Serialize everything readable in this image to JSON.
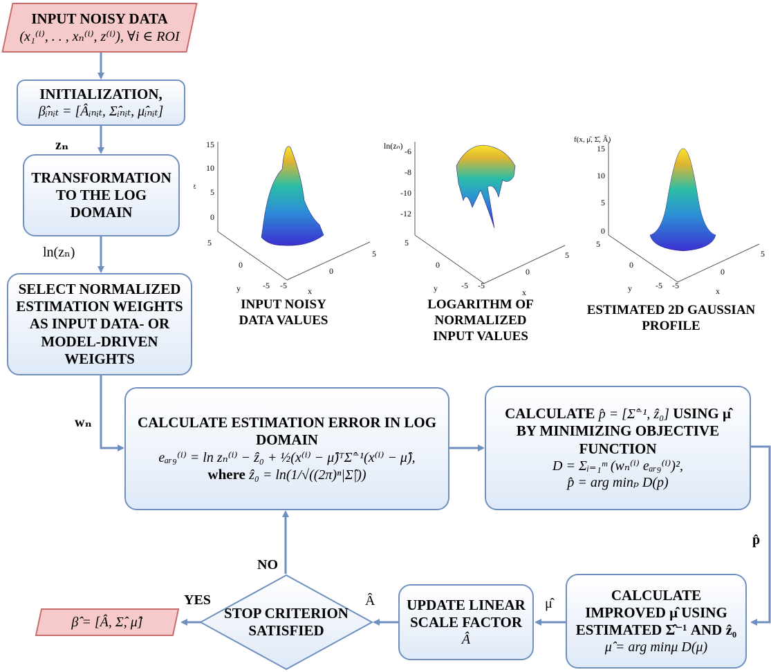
{
  "input": {
    "title": "INPUT NOISY DATA",
    "formula": "(x₁⁽ⁱ⁾, . . , xₙ⁽ⁱ⁾, z⁽ⁱ⁾), ∀i ∈ ROI"
  },
  "init": {
    "title": "INITIALIZATION,",
    "formula": "β̂ᵢₙᵢₜ = [Âᵢₙᵢₜ, Σ̂ᵢₙᵢₜ, μ̂ᵢₙᵢₜ]"
  },
  "transform": {
    "line1": "TRANSFORMATION",
    "line2": "TO THE LOG",
    "line3": "DOMAIN"
  },
  "select": {
    "line1": "SELECT NORMALIZED",
    "line2": "ESTIMATION WEIGHTS",
    "line3": "AS INPUT DATA- OR",
    "line4": "MODEL-DRIVEN",
    "line5": "WEIGHTS"
  },
  "calc_error": {
    "line1": "CALCULATE ESTIMATION ERROR IN LOG",
    "line2": "DOMAIN",
    "formula": "eₐᵣ₉⁽ⁱ⁾ = ln zₙ⁽ⁱ⁾ − ẑ₀ + ½(x⁽ⁱ⁾ − μ̂)ᵀΣ̂⁻¹(x⁽ⁱ⁾ − μ̂),",
    "where_label": "where",
    "where_formula": "ẑ₀ = ln(1/√((2π)ⁿ|Σ̂|))"
  },
  "calc_p": {
    "line1_a": "CALCULATE",
    "line1_math": "p̂ = [Σ̂⁻¹, ẑ₀]",
    "line1_b": "USING μ̂",
    "line2": "BY MINIMIZING OBJECTIVE",
    "line3": "FUNCTION",
    "formula1": "D = Σᵢ₌₁ᵐ (wₙ⁽ⁱ⁾ eₐᵣ₉⁽ⁱ⁾)²,",
    "formula2": "p̂ = arg minₚ D(p)"
  },
  "calc_mu": {
    "line1": "CALCULATE",
    "line2": "IMPROVED μ̂ USING",
    "line3": "ESTIMATED Σ̂⁻¹ AND ẑ₀",
    "formula": "μ̂ = arg minμ D(μ)"
  },
  "update": {
    "line1": "UPDATE LINEAR",
    "line2": "SCALE FACTOR",
    "formula": "Â"
  },
  "decision": {
    "line1": "STOP CRITERION",
    "line2": "SATISFIED"
  },
  "output": {
    "formula": "β̂ = [Â, Σ̂, μ̂]"
  },
  "labels": {
    "zn": "zₙ",
    "lnzn": "ln(zₙ)",
    "wn": "wₙ",
    "phat": "p̂",
    "muhat": "μ̂",
    "ahat": "Â",
    "no": "NO",
    "yes": "YES"
  },
  "plots": [
    {
      "title_line1": "INPUT NOISY",
      "title_line2": "DATA VALUES",
      "title_line3": "",
      "zlabel": "z",
      "zticks": [
        "15",
        "10",
        "5",
        "0"
      ],
      "yticks": [
        "5",
        "0",
        "-5"
      ],
      "xticks": [
        "-5",
        "0",
        "5"
      ],
      "xlabel": "x",
      "ylabel": "y"
    },
    {
      "title_line1": "LOGARITHM OF",
      "title_line2": "NORMALIZED",
      "title_line3": "INPUT VALUES",
      "zlabel": "ln(zₙ)",
      "zticks": [
        "-6",
        "-8",
        "-10",
        "-12"
      ],
      "yticks": [
        "5",
        "0",
        "-5"
      ],
      "xticks": [
        "-5",
        "0",
        "5"
      ],
      "xlabel": "x",
      "ylabel": "y"
    },
    {
      "title_line1": "ESTIMATED 2D GAUSSIAN",
      "title_line2": "PROFILE",
      "title_line3": "",
      "zlabel": "f(x, μ̂, Σ̂, Â)",
      "zticks": [
        "15",
        "10",
        "5",
        "0"
      ],
      "yticks": [
        "5",
        "0",
        "-5"
      ],
      "xticks": [
        "-5",
        "0",
        "5"
      ],
      "xlabel": "x",
      "ylabel": "y"
    }
  ],
  "colors": {
    "box_border": "#6f8fbf",
    "arrow": "#6f8fbf",
    "io_fill": "#f6caca",
    "io_border": "#c96b6b"
  }
}
